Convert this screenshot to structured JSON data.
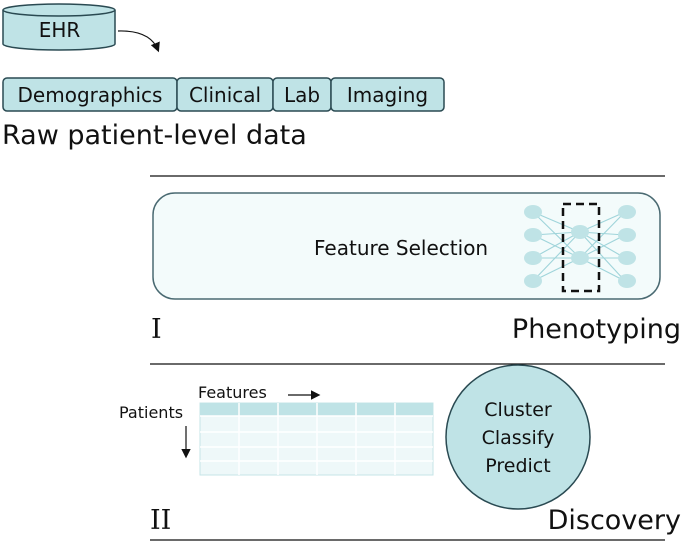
{
  "ehr": {
    "label": "EHR"
  },
  "categories": [
    {
      "id": "demographics",
      "label": "Demographics"
    },
    {
      "id": "clinical",
      "label": "Clinical"
    },
    {
      "id": "lab",
      "label": "Lab"
    },
    {
      "id": "imaging",
      "label": "Imaging"
    }
  ],
  "raw_title": "Raw patient-level data",
  "feature_selection": {
    "label": "Feature Selection"
  },
  "stage1": {
    "numeral": "I",
    "label": "Phenotyping"
  },
  "matrix": {
    "features_label": "Features",
    "patients_label": "Patients"
  },
  "analysis": {
    "items": [
      "Cluster",
      "Classify",
      "Predict"
    ]
  },
  "stage2": {
    "numeral": "II",
    "label": "Discovery"
  },
  "colors": {
    "fill": "#bfe3e6",
    "stroke": "#2a4a52",
    "panel": "#f3fbfb",
    "node": "#bfe3e6",
    "matrix_head": "#bfe3e6"
  }
}
